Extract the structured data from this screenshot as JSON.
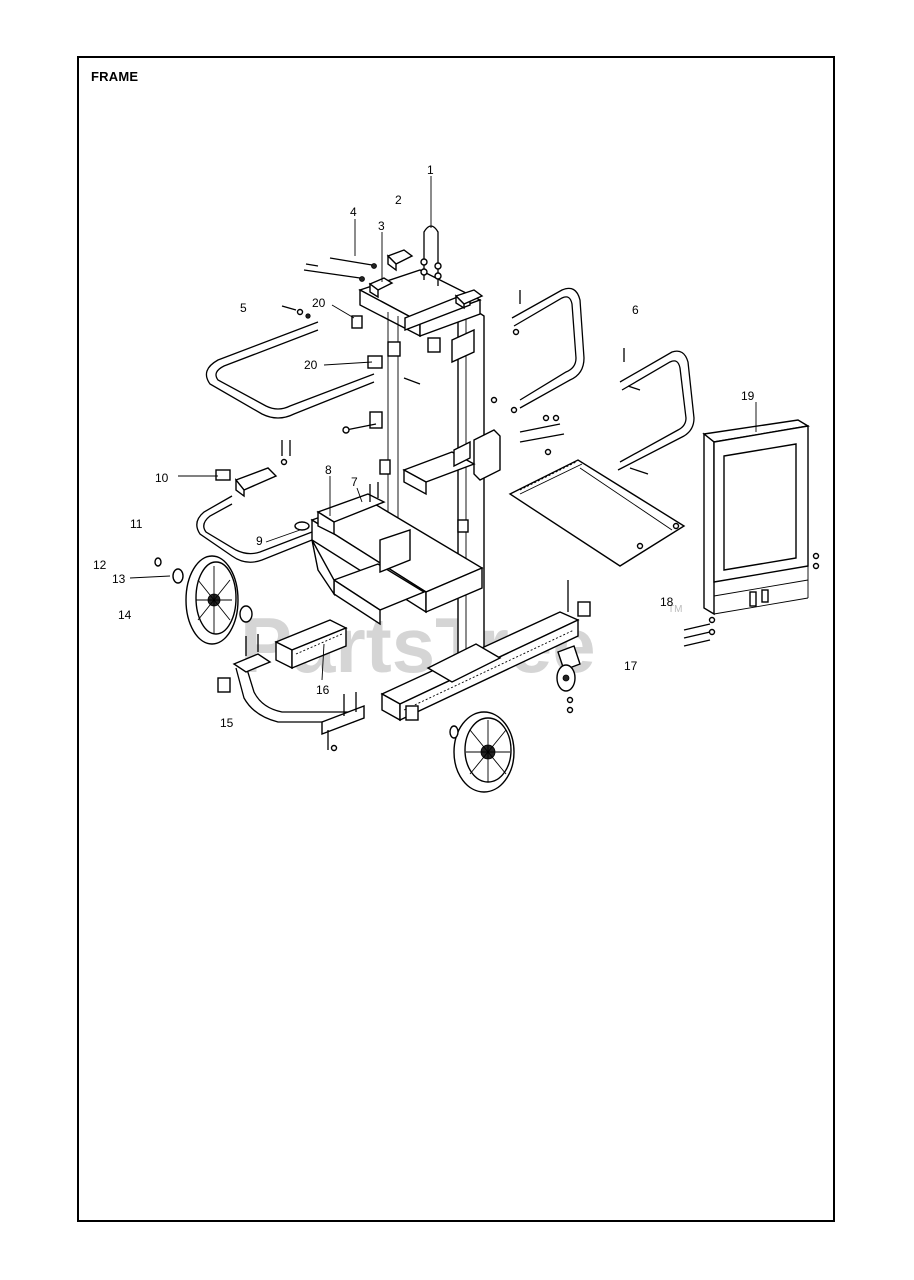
{
  "title": "FRAME",
  "watermark": {
    "text": "PartsTree",
    "tm": "TM"
  },
  "callouts": [
    {
      "id": "c1",
      "label": "1"
    },
    {
      "id": "c2",
      "label": "2"
    },
    {
      "id": "c3",
      "label": "3"
    },
    {
      "id": "c4",
      "label": "4"
    },
    {
      "id": "c5",
      "label": "5"
    },
    {
      "id": "c6",
      "label": "6"
    },
    {
      "id": "c7",
      "label": "7"
    },
    {
      "id": "c8",
      "label": "8"
    },
    {
      "id": "c9",
      "label": "9"
    },
    {
      "id": "c10",
      "label": "10"
    },
    {
      "id": "c11",
      "label": "11"
    },
    {
      "id": "c12",
      "label": "12"
    },
    {
      "id": "c13",
      "label": "13"
    },
    {
      "id": "c14",
      "label": "14"
    },
    {
      "id": "c15",
      "label": "15"
    },
    {
      "id": "c16",
      "label": "16"
    },
    {
      "id": "c17",
      "label": "17"
    },
    {
      "id": "c18",
      "label": "18"
    },
    {
      "id": "c19",
      "label": "19"
    },
    {
      "id": "c20a",
      "label": "20"
    },
    {
      "id": "c20b",
      "label": "20"
    }
  ]
}
